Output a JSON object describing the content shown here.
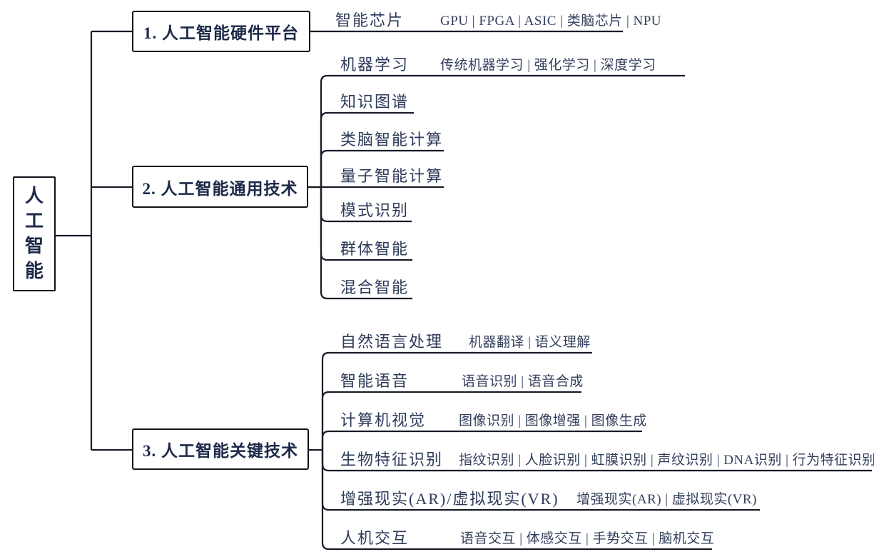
{
  "diagram": {
    "type": "mindmap-tree",
    "orientation": "left-to-right"
  },
  "root": {
    "label": "人工智能"
  },
  "branches": [
    {
      "label": "1. 人工智能硬件平台",
      "children": [
        {
          "label": "智能芯片",
          "items": [
            "GPU",
            "FPGA",
            "ASIC",
            "类脑芯片",
            "NPU"
          ]
        }
      ]
    },
    {
      "label": "2. 人工智能通用技术",
      "children": [
        {
          "label": "机器学习",
          "items": [
            "传统机器学习",
            "强化学习",
            "深度学习"
          ]
        },
        {
          "label": "知识图谱",
          "items": []
        },
        {
          "label": "类脑智能计算",
          "items": []
        },
        {
          "label": "量子智能计算",
          "items": []
        },
        {
          "label": "模式识别",
          "items": []
        },
        {
          "label": "群体智能",
          "items": []
        },
        {
          "label": "混合智能",
          "items": []
        }
      ]
    },
    {
      "label": "3. 人工智能关键技术",
      "children": [
        {
          "label": "自然语言处理",
          "items": [
            "机器翻译",
            "语义理解"
          ]
        },
        {
          "label": "智能语音",
          "items": [
            "语音识别",
            "语音合成"
          ]
        },
        {
          "label": "计算机视觉",
          "items": [
            "图像识别",
            "图像增强",
            "图像生成"
          ]
        },
        {
          "label": "生物特征识别",
          "items": [
            "指纹识别",
            "人脸识别",
            "虹膜识别",
            "声纹识别",
            "DNA识别",
            "行为特征识别"
          ]
        },
        {
          "label": "增强现实(AR)/虚拟现实(VR)",
          "items": [
            "增强现实(AR)",
            "虚拟现实(VR)"
          ]
        },
        {
          "label": "人机交互",
          "items": [
            "语音交互",
            "体感交互",
            "手势交互",
            "脑机交互"
          ]
        }
      ]
    }
  ],
  "separator": "|",
  "colors": {
    "background": "#ffffff",
    "line": "#161b26",
    "box_border": "#10131b",
    "box_text": "#1c2948",
    "leaf_text": "#2d3a59",
    "item_text": "#333f5c"
  }
}
